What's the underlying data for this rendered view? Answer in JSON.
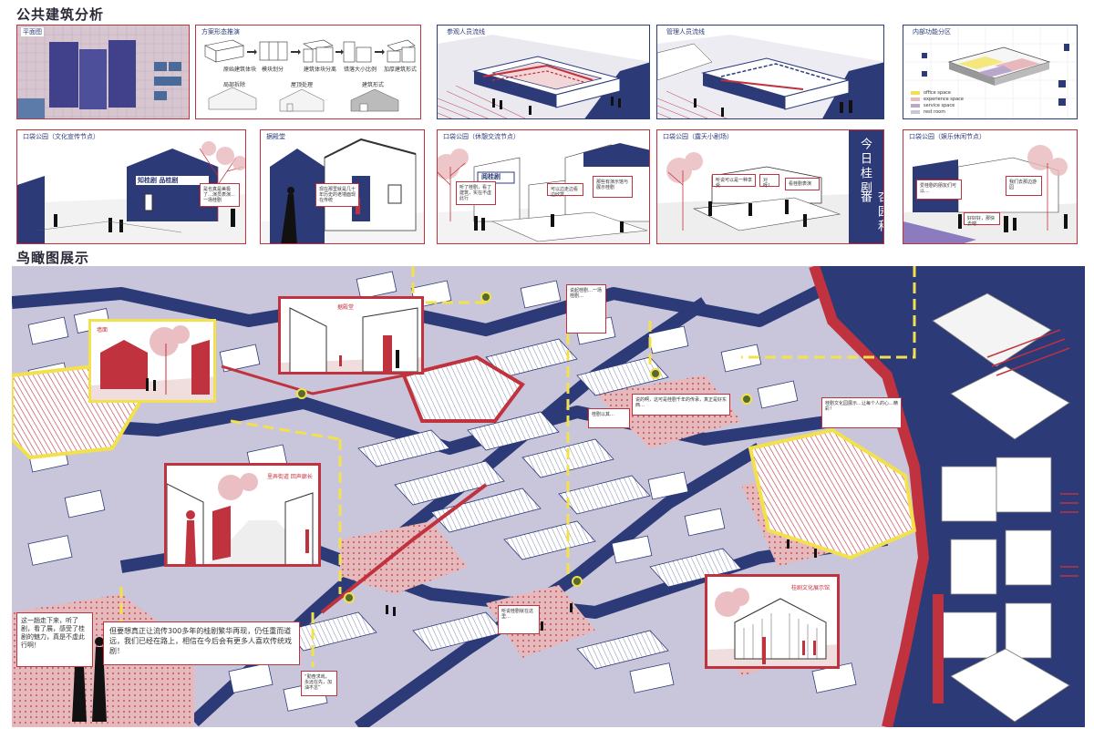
{
  "sections": {
    "public_analysis": "公共建筑分析",
    "aerial": "鸟瞰图展示"
  },
  "top_panels": {
    "plan": "平面图",
    "form": {
      "title": "方案形态推演",
      "steps": [
        "原始建筑体块",
        "模块划分",
        "建筑体块分离",
        "错落大小比例",
        "加厚建筑形式"
      ],
      "subs": [
        "局部拆除",
        "屋顶处理",
        "建筑形式"
      ]
    },
    "visitor_flow": "参观人员流线",
    "staff_flow": "管理人员流线",
    "function": {
      "title": "内部功能分区",
      "legend": [
        "office space",
        "experience space",
        "service space",
        "rest room"
      ]
    }
  },
  "mid_panels": {
    "p1": {
      "label": "口袋公园（文化宣传节点）",
      "sign": "知桂剧 品桂剧",
      "bubble": "是也真是美极了…演员表演…一场桂剧"
    },
    "p2": {
      "label": "据殿堂",
      "bubble": "现在那里就是几十年历史的老墙面现在传统"
    },
    "p3": {
      "label": "口袋公园（休憩交流节点）",
      "sign": "阅桂剧",
      "bubbles": [
        "听了桂剧，看了建筑，实在不虚此行",
        "可以边走边看边欣赏",
        "那些有演示馆与展示桂剧"
      ]
    },
    "p4": {
      "label": "口袋公园（露天小剧场）",
      "bubbles": [
        "听说可以是一种享受",
        "对呀！",
        "看桂剧表演"
      ],
      "vertical": [
        "今日桂剧",
        "杏园和番"
      ]
    },
    "p5": {
      "label": "口袋公园（娱乐休闲节点）",
      "bubbles": [
        "爱桂剧的朋友们可以…",
        "我们去那边游园",
        "好好好，那快去吧"
      ]
    }
  },
  "aerial_bubbles": {
    "b_top": "说起桂剧…一场桂剧…",
    "b_mid1": "桂剧以其…",
    "b_mid2": "说的啊，这可是桂剧千年的传承，真正是好东西…",
    "b_right": "桂剧文化园展示…让每个人的心…精彩！",
    "b_bottom": "听说桂剧就在这里…",
    "b_left": "这一趟走下来，听了剧，看了展，感受了桂剧的魅力，真是不虚此行啊！",
    "b_main": "但要想真正让流传300多年的桂剧繁华再现，仍任重而道远，我们已经在路上，相信在今后会有更多人喜欢传统戏剧！",
    "b_small": "“勤奋求戏，永远在先，加油不怠”"
  },
  "callouts": {
    "c1": "墙面",
    "c2": "据殿堂",
    "c3": "里弄街道 回声廊长",
    "c4": "桂剧文化展示馆"
  },
  "colors": {
    "navy": "#2c3a78",
    "red": "#c0323d",
    "pink": "#e8b8bc",
    "yellow": "#f2e14c",
    "lavender": "#c9c6dc"
  }
}
